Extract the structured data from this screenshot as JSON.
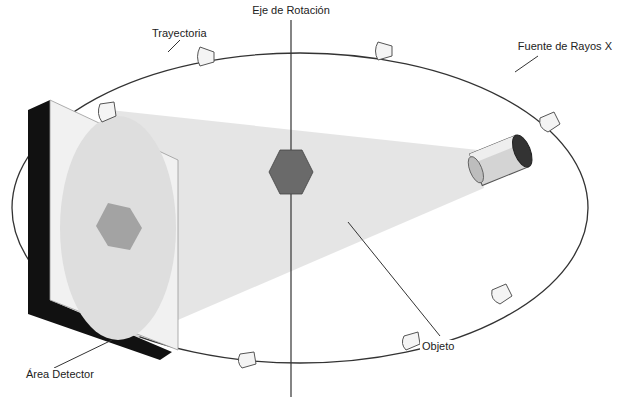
{
  "diagram": {
    "labels": [
      "Eje de Rotación",
      "Trayectoria",
      "Fuente de Rayos X",
      "Objeto",
      "Área Detector"
    ]
  }
}
